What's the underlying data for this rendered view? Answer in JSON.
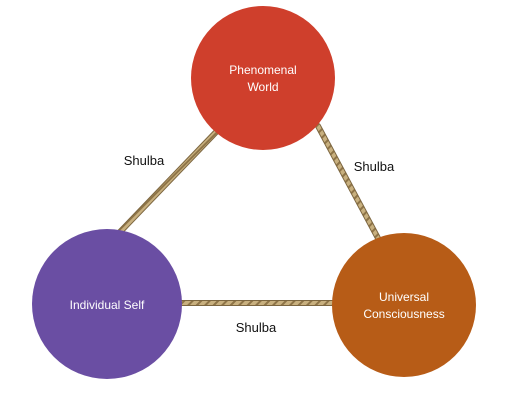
{
  "diagram": {
    "nodes": {
      "phenomenal_world": {
        "line1": "Phenomenal",
        "line2": "World",
        "color": "#cf3f2c"
      },
      "individual_self": {
        "label": "Individual Self",
        "color": "#6a4ea3"
      },
      "universal_consciousness": {
        "line1": "Universal",
        "line2": "Consciousness",
        "color": "#b75c17"
      }
    },
    "edges": {
      "self_to_world": {
        "label": "Shulba"
      },
      "world_to_consciousness": {
        "label": "Shulba"
      },
      "self_to_consciousness": {
        "label": "Shulba"
      }
    },
    "rope_color": "#b39a6a"
  }
}
